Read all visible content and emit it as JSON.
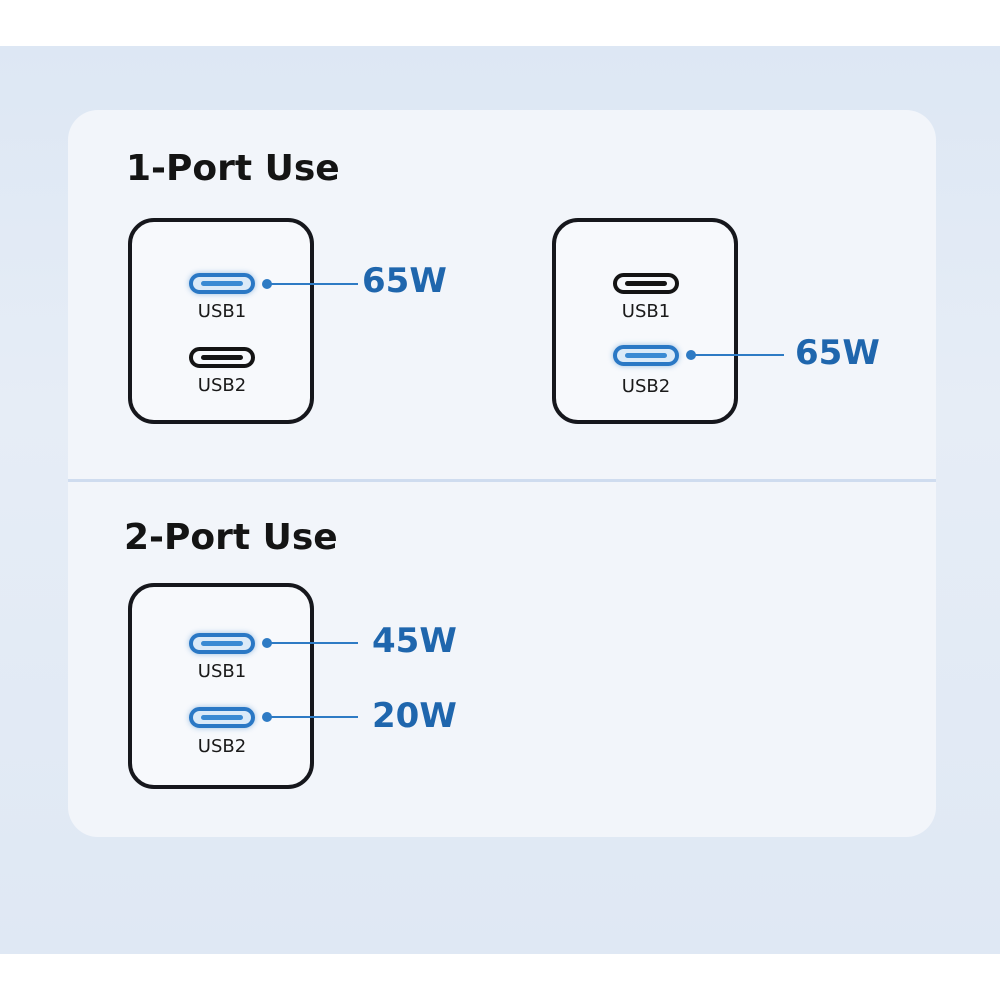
{
  "sections": [
    {
      "title": "1-Port Use"
    },
    {
      "title": "2-Port Use"
    }
  ],
  "chargers": [
    {
      "ports": [
        {
          "label": "USB1",
          "active": true,
          "watt": "65W"
        },
        {
          "label": "USB2",
          "active": false
        }
      ]
    },
    {
      "ports": [
        {
          "label": "USB1",
          "active": false
        },
        {
          "label": "USB2",
          "active": true,
          "watt": "65W"
        }
      ]
    },
    {
      "ports": [
        {
          "label": "USB1",
          "active": true,
          "watt": "45W"
        },
        {
          "label": "USB2",
          "active": true,
          "watt": "20W"
        }
      ]
    }
  ],
  "colors": {
    "accent": "#2e7bc4",
    "watt_text": "#1f66ad",
    "outline": "#16171c",
    "panel": "#f2f5fa"
  },
  "icons": {
    "port": "usb-c-port-icon"
  }
}
